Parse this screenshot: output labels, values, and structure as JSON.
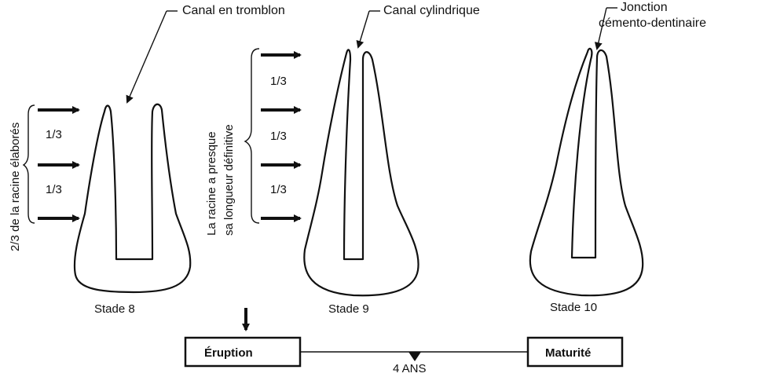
{
  "callouts": {
    "canal_tromblon": "Canal en tromblon",
    "canal_cylindrique": "Canal cylindrique",
    "jonction_line1": "Jonction",
    "jonction_line2": "cémento-dentinaire"
  },
  "stage8": {
    "label": "Stade 8",
    "vertical_label": "2/3 de la racine élaborés",
    "thirds": [
      "1/3",
      "1/3"
    ]
  },
  "stage9": {
    "label": "Stade 9",
    "vertical_label_line1": "La racine a presque",
    "vertical_label_line2": "sa longueur définitive",
    "thirds": [
      "1/3",
      "1/3",
      "1/3"
    ]
  },
  "stage10": {
    "label": "Stade 10"
  },
  "timeline": {
    "eruption": "Éruption",
    "maturite": "Maturité",
    "duration": "4 ANS"
  },
  "colors": {
    "ink": "#111111",
    "background": "#ffffff"
  }
}
